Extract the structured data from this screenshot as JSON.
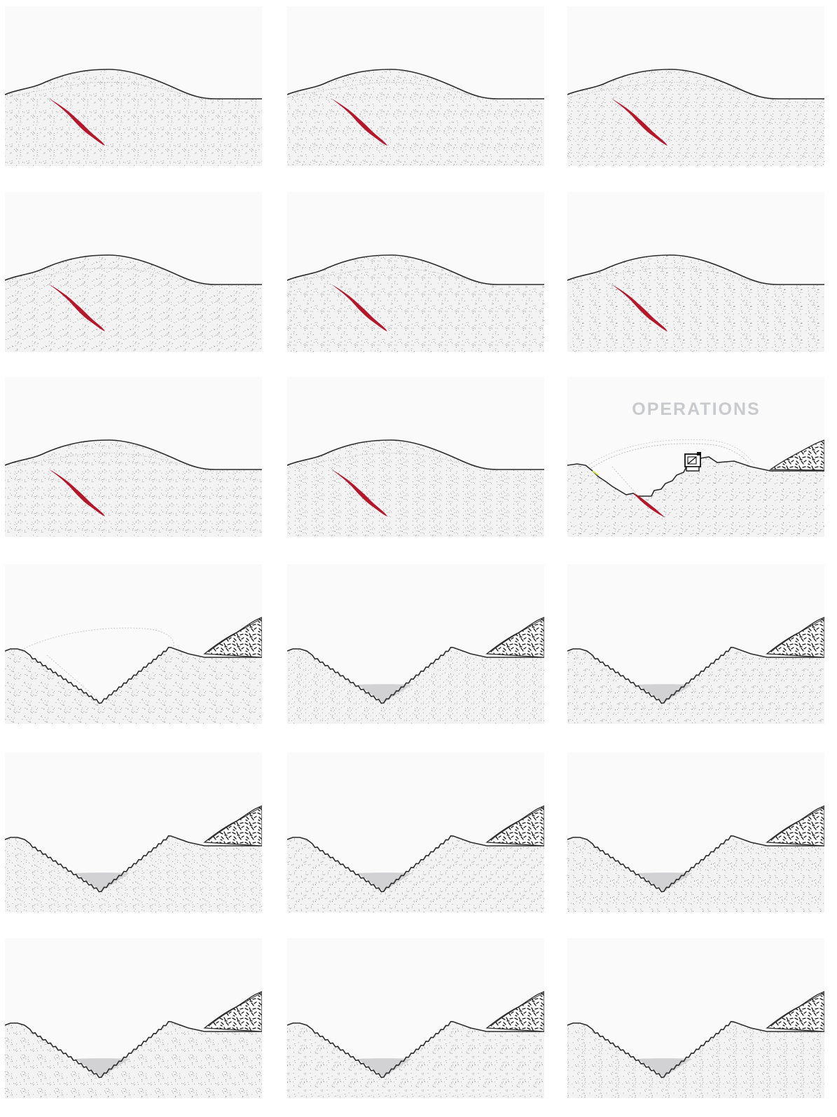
{
  "grid": {
    "columns": 3,
    "rows": 6
  },
  "colors": {
    "ore": "#b5172a",
    "ground_line": "#2b2b2b",
    "water": "#d2d2d4",
    "sky": "#fafafa",
    "ground_fill": "#f3f3f3",
    "label": "#c9cacd",
    "highlight": "#d7e24a"
  },
  "panels": [
    {
      "stage": "undisturbed-ore-body"
    },
    {
      "stage": "undisturbed-ore-body"
    },
    {
      "stage": "undisturbed-ore-body"
    },
    {
      "stage": "undisturbed-ore-body"
    },
    {
      "stage": "undisturbed-ore-body"
    },
    {
      "stage": "undisturbed-ore-body"
    },
    {
      "stage": "undisturbed-ore-body"
    },
    {
      "stage": "undisturbed-ore-body"
    },
    {
      "stage": "operations",
      "label": "OPERATIONS"
    },
    {
      "stage": "excavated-pit-with-waste-pile"
    },
    {
      "stage": "pit-lake-with-waste-pile"
    },
    {
      "stage": "pit-lake-with-waste-pile"
    },
    {
      "stage": "pit-lake-with-waste-pile"
    },
    {
      "stage": "pit-lake-with-waste-pile"
    },
    {
      "stage": "pit-lake-with-waste-pile"
    },
    {
      "stage": "pit-lake-with-waste-pile"
    },
    {
      "stage": "pit-lake-with-waste-pile"
    },
    {
      "stage": "pit-lake-with-waste-pile"
    }
  ]
}
